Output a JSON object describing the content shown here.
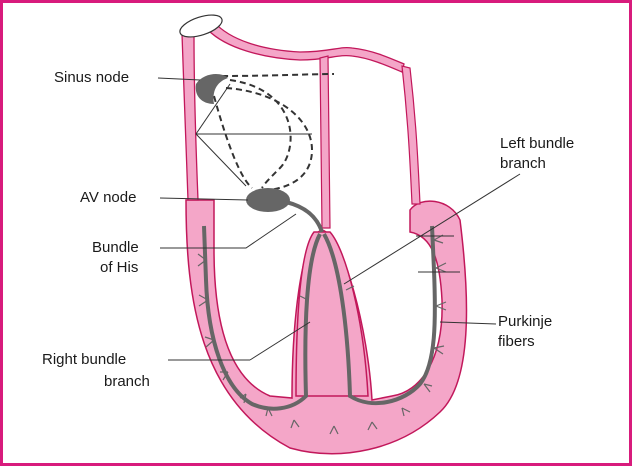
{
  "colors": {
    "frame": "#d81b7c",
    "tissue_fill": "#f4a6c8",
    "tissue_stroke": "#c2185b",
    "conduction": "#666666",
    "leader": "#333333",
    "text": "#1a1a1a"
  },
  "labels": {
    "sinus_node": "Sinus node",
    "av_node": "AV node",
    "bundle_of_his_line1": "Bundle",
    "bundle_of_his_line2": "of His",
    "right_bundle_branch_line1": "Right bundle",
    "right_bundle_branch_line2": "branch",
    "left_bundle_branch_line1": "Left bundle",
    "left_bundle_branch_line2": "branch",
    "purkinje_fibers_line1": "Purkinje",
    "purkinje_fibers_line2": "fibers"
  }
}
